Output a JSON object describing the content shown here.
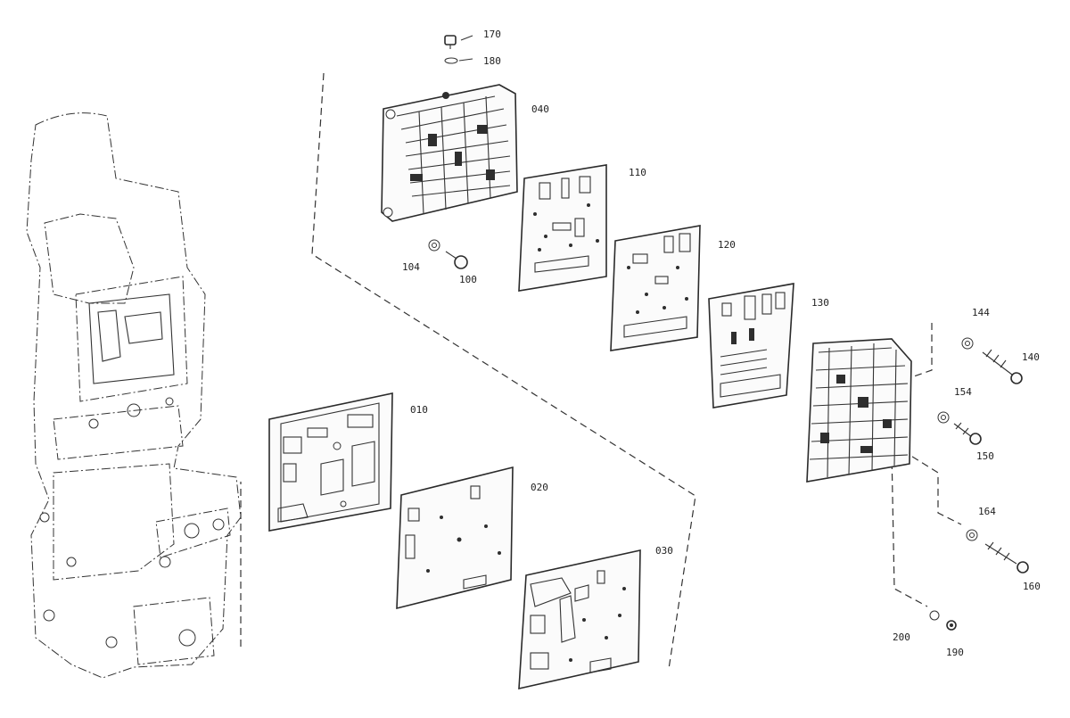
{
  "labels": {
    "p170": "170",
    "p180": "180",
    "p040": "040",
    "p110": "110",
    "p120": "120",
    "p130": "130",
    "p104": "104",
    "p100": "100",
    "p144": "144",
    "p140": "140",
    "p154": "154",
    "p150": "150",
    "p010": "010",
    "p020": "020",
    "p030": "030",
    "p164": "164",
    "p160": "160",
    "p200": "200",
    "p190": "190"
  }
}
